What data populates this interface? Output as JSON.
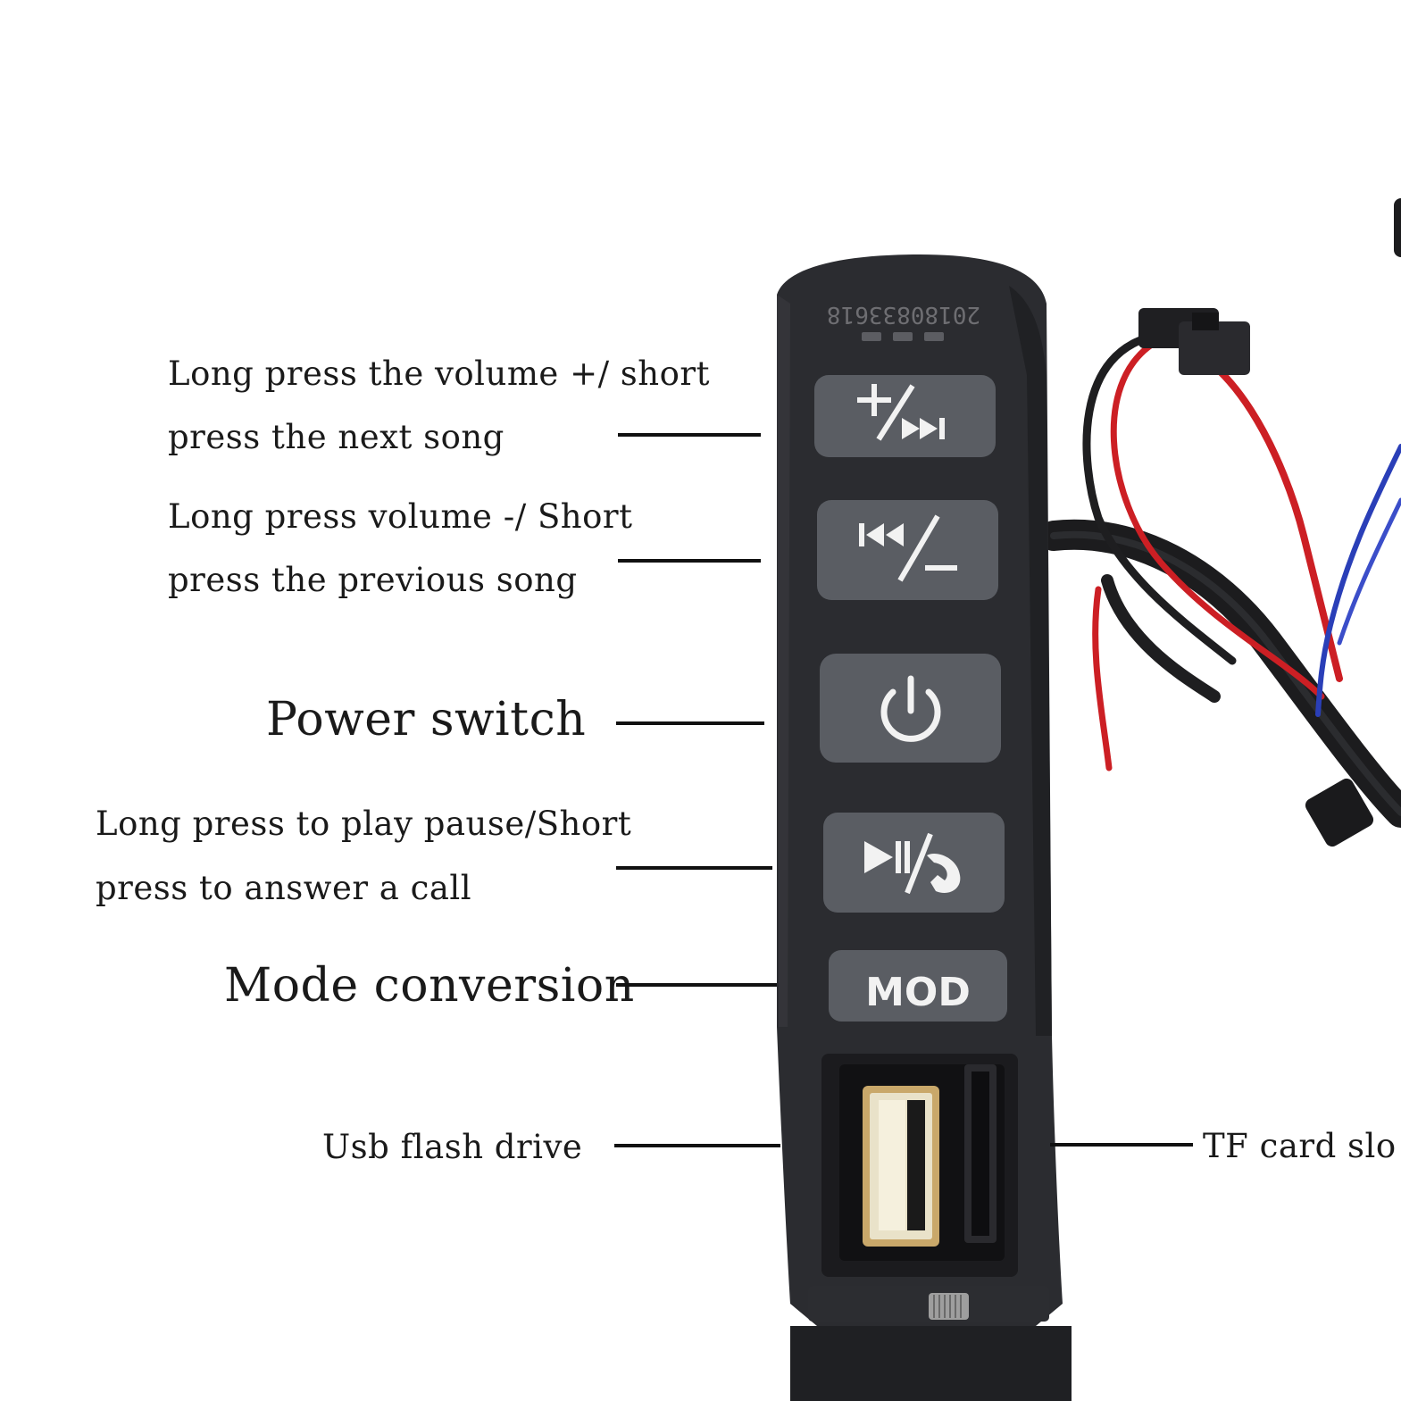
{
  "callouts": {
    "next_song": {
      "line1": "Long press the volume +/ short",
      "line2": "press the next song"
    },
    "previous_song": {
      "line1": "Long press volume -/ Short",
      "line2": "press the previous song"
    },
    "power": "Power switch",
    "play_pause": {
      "line1": "Long press to play pause/Short",
      "line2": "press to answer a call"
    },
    "mode": "Mode conversion",
    "usb": "Usb flash drive",
    "tf": "TF card slo"
  },
  "device": {
    "serial": "20180833618",
    "mode_button_label": "MOD",
    "buttons": [
      "volume-up-next-icon",
      "previous-volume-down-icon",
      "power-icon",
      "play-pause-answer-call-icon",
      "mode-button"
    ],
    "ports": [
      "usb-port",
      "tf-card-slot"
    ],
    "colors": {
      "housing": "#2b2c30",
      "button": "#5a5d63",
      "wire_red": "#cc1f24",
      "wire_blue": "#2a3fb8",
      "usb_gold": "#c9a86a"
    }
  }
}
